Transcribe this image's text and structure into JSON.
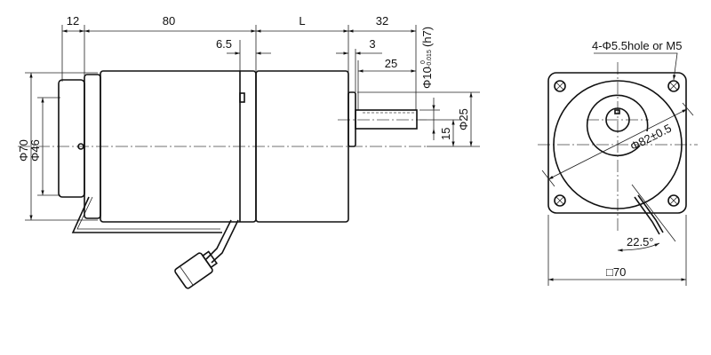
{
  "side_view": {
    "dims": {
      "rear_cap": "12",
      "motor_body": "80",
      "gearbox": "L",
      "shaft_total": "32",
      "flange_offset": "6.5",
      "flange_step": "3",
      "shaft_key": "25",
      "shaft_dia": "Φ10",
      "shaft_tol_upper": "0",
      "shaft_tol_lower": "-0.015",
      "shaft_fit": "(h7)",
      "shaft_offset": "15",
      "pilot_dia": "Φ25",
      "body_dia": "Φ70",
      "cap_dia": "Φ46"
    }
  },
  "front_view": {
    "holes_label": "4-Φ5.5hole or M5",
    "pcd_label": "Φ82±0.5",
    "angle_label": "22.5°",
    "square_label": "□70"
  }
}
